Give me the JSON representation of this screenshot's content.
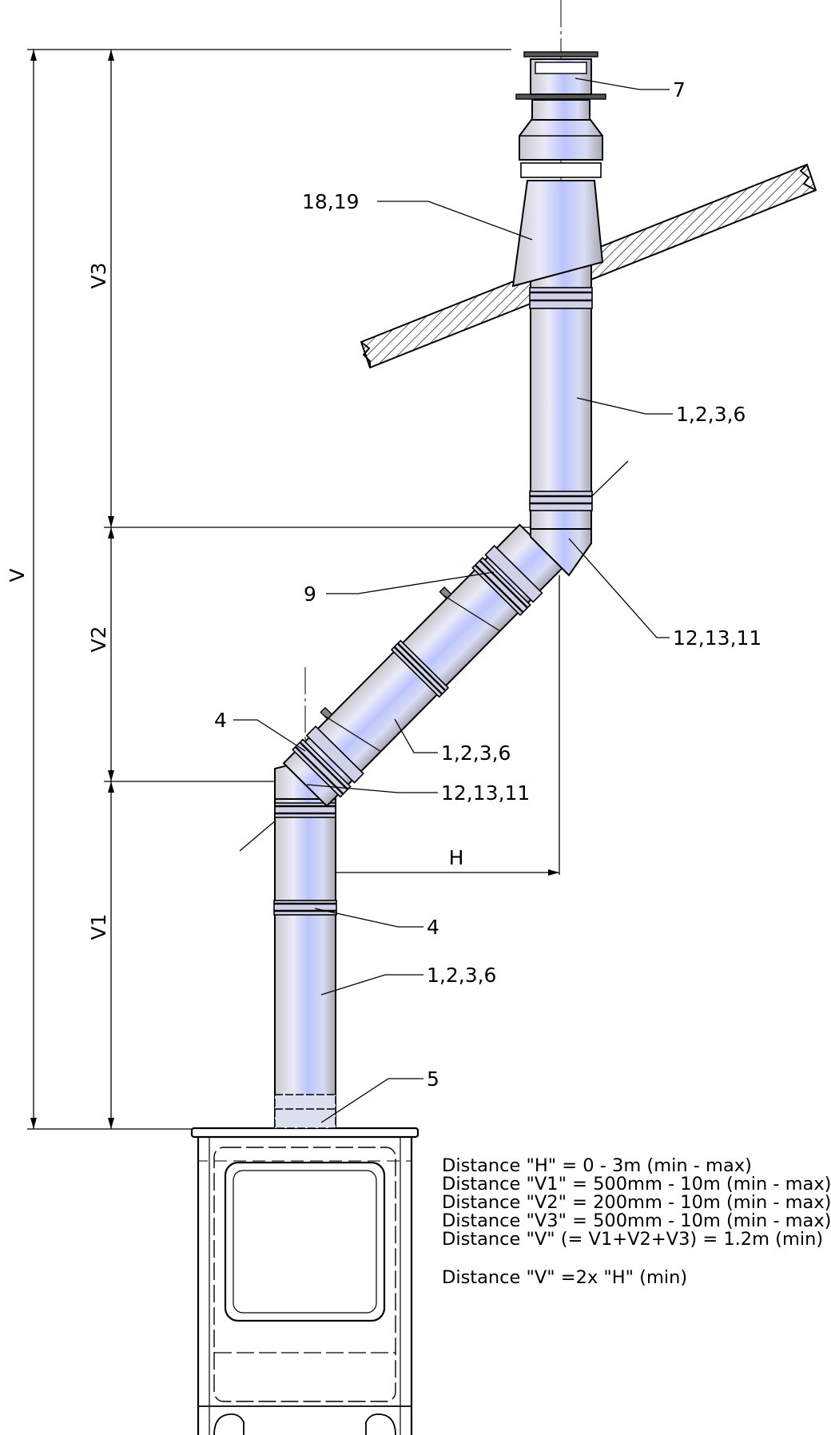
{
  "diagram": {
    "dimensions": {
      "v": "V",
      "v1": "V1",
      "v2": "V2",
      "v3": "V3",
      "h": "H"
    },
    "callouts": {
      "cap": "7",
      "flashing": "18,19",
      "upper_pipe": "1,2,3,6",
      "support": "9",
      "upper_bend": "12,13,11",
      "lower_clamp": "4",
      "diagonal_pipe": "1,2,3,6",
      "lower_bend": "12,13,11",
      "mid_clamp": "4",
      "lower_pipe": "1,2,3,6",
      "adapter": "5"
    },
    "notes": [
      "Distance \"H\" = 0 - 3m (min - max)",
      "Distance \"V1\" = 500mm - 10m (min - max)",
      "Distance \"V2\" = 200mm - 10m (min - max)",
      "Distance \"V3\" = 500mm - 10m (min - max)",
      "Distance \"V\" (= V1+V2+V3) = 1.2m (min)"
    ],
    "rule": "Distance \"V\" =2x \"H\" (min)"
  }
}
